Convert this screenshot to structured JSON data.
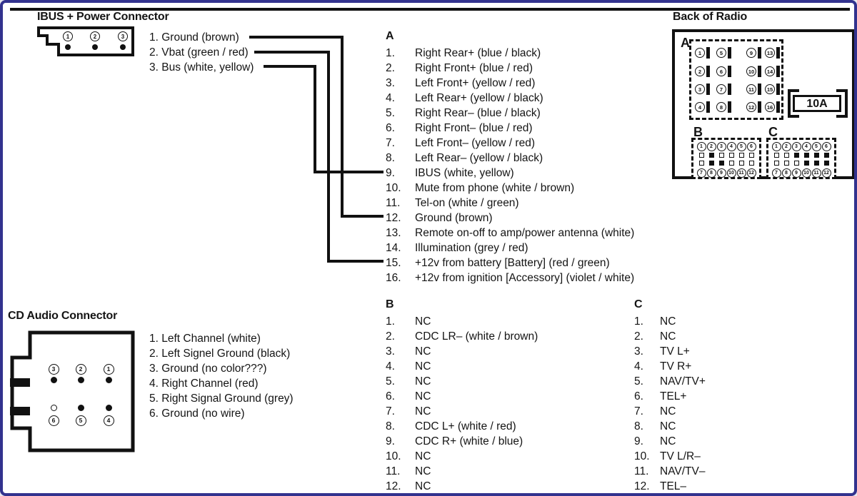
{
  "colors": {
    "frame_border": "#32328e",
    "ink": "#111111",
    "background": "#ffffff"
  },
  "ibus_power_connector": {
    "title": "IBUS + Power Connector",
    "pins": [
      "1",
      "2",
      "3"
    ],
    "wire_labels": [
      "1. Ground (brown)",
      "2. Vbat (green / red)",
      "3. Bus (white, yellow)"
    ]
  },
  "list_a": {
    "header": "A",
    "items": [
      {
        "num": "1.",
        "text": "Right Rear+ (blue / black)"
      },
      {
        "num": "2.",
        "text": "Right Front+ (blue / red)"
      },
      {
        "num": "3.",
        "text": "Left Front+ (yellow / red)"
      },
      {
        "num": "4.",
        "text": "Left Rear+ (yellow / black)"
      },
      {
        "num": "5.",
        "text": "Right Rear– (blue / black)"
      },
      {
        "num": "6.",
        "text": "Right Front– (blue / red)"
      },
      {
        "num": "7.",
        "text": "Left Front– (yellow / red)"
      },
      {
        "num": "8.",
        "text": "Left Rear– (yellow / black)"
      },
      {
        "num": "9.",
        "text": "IBUS (white, yellow)"
      },
      {
        "num": "10.",
        "text": "Mute from phone (white / brown)"
      },
      {
        "num": "11.",
        "text": "Tel-on (white / green)"
      },
      {
        "num": "12.",
        "text": "Ground (brown)"
      },
      {
        "num": "13.",
        "text": "Remote on-off to amp/power antenna (white)"
      },
      {
        "num": "14.",
        "text": "Illumination (grey / red)"
      },
      {
        "num": "15.",
        "text": "+12v from battery [Battery] (red / green)"
      },
      {
        "num": "16.",
        "text": "+12v from ignition [Accessory] (violet / white)"
      }
    ]
  },
  "cd_audio_connector": {
    "title": "CD Audio Connector",
    "top_pins": [
      "3",
      "2",
      "1"
    ],
    "bottom_pins": [
      "6",
      "5",
      "4"
    ],
    "labels": [
      "1. Left Channel (white)",
      "2. Left Signel Ground (black)",
      "3. Ground (no color???)",
      "4. Right Channel (red)",
      "5. Right Signal Ground (grey)",
      "6. Ground (no wire)"
    ]
  },
  "list_b": {
    "header": "B",
    "items": [
      {
        "num": "1.",
        "text": "NC"
      },
      {
        "num": "2.",
        "text": "CDC LR– (white / brown)"
      },
      {
        "num": "3.",
        "text": "NC"
      },
      {
        "num": "4.",
        "text": "NC"
      },
      {
        "num": "5.",
        "text": "NC"
      },
      {
        "num": "6.",
        "text": "NC"
      },
      {
        "num": "7.",
        "text": "NC"
      },
      {
        "num": "8.",
        "text": "CDC L+ (white / red)"
      },
      {
        "num": "9.",
        "text": "CDC R+ (white / blue)"
      },
      {
        "num": "10.",
        "text": "NC"
      },
      {
        "num": "11.",
        "text": "NC"
      },
      {
        "num": "12.",
        "text": "NC"
      }
    ]
  },
  "list_c": {
    "header": "C",
    "items": [
      {
        "num": "1.",
        "text": "NC"
      },
      {
        "num": "2.",
        "text": "NC"
      },
      {
        "num": "3.",
        "text": "TV L+"
      },
      {
        "num": "4.",
        "text": "TV R+"
      },
      {
        "num": "5.",
        "text": "NAV/TV+"
      },
      {
        "num": "6.",
        "text": "TEL+"
      },
      {
        "num": "7.",
        "text": "NC"
      },
      {
        "num": "8.",
        "text": "NC"
      },
      {
        "num": "9.",
        "text": "NC"
      },
      {
        "num": "10.",
        "text": "TV L/R–"
      },
      {
        "num": "11.",
        "text": "NAV/TV–"
      },
      {
        "num": "12.",
        "text": "TEL–"
      }
    ]
  },
  "back_of_radio": {
    "title": "Back of Radio",
    "fuse_label": "10A",
    "connector_a": {
      "label": "A",
      "columns": [
        [
          "1",
          "2",
          "3",
          "4"
        ],
        [
          "5",
          "6",
          "7",
          "8"
        ],
        [
          "9",
          "10",
          "11",
          "12"
        ],
        [
          "13",
          "14",
          "15",
          "16"
        ]
      ]
    },
    "connector_b": {
      "label": "B",
      "top_pins": [
        "1",
        "2",
        "3",
        "4",
        "5",
        "6"
      ],
      "bottom_pins": [
        "7",
        "8",
        "9",
        "10",
        "11",
        "12"
      ],
      "top_filled": [
        false,
        true,
        false,
        false,
        false,
        false
      ],
      "bottom_filled": [
        false,
        true,
        true,
        false,
        false,
        false
      ]
    },
    "connector_c": {
      "label": "C",
      "top_pins": [
        "1",
        "2",
        "3",
        "4",
        "5",
        "6"
      ],
      "bottom_pins": [
        "7",
        "8",
        "9",
        "10",
        "11",
        "12"
      ],
      "top_filled": [
        false,
        false,
        true,
        true,
        true,
        true
      ],
      "bottom_filled": [
        false,
        false,
        false,
        true,
        true,
        true
      ]
    }
  }
}
